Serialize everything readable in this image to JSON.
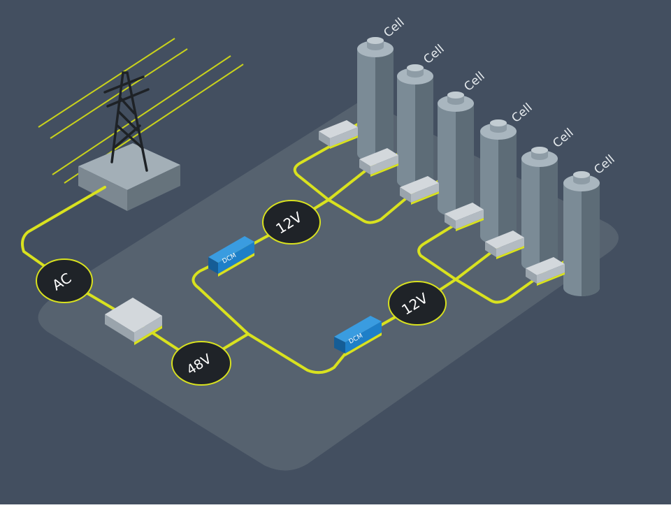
{
  "diagram": {
    "nodes": {
      "ac": "AC",
      "v48": "48V",
      "v12_top": "12V",
      "v12_bottom": "12V",
      "dcm_top": "DCM",
      "dcm_bottom": "DCM"
    },
    "cells": [
      "Cell",
      "Cell",
      "Cell",
      "Cell",
      "Cell",
      "Cell"
    ]
  },
  "colors": {
    "background": "#434f60",
    "platform": "#56626f",
    "wire": "#d9e21f",
    "node_fill": "#1f2328",
    "dcm_blue": "#1e7fc8",
    "cell_body": "#7d8e99",
    "box": "#c7cdd2"
  }
}
